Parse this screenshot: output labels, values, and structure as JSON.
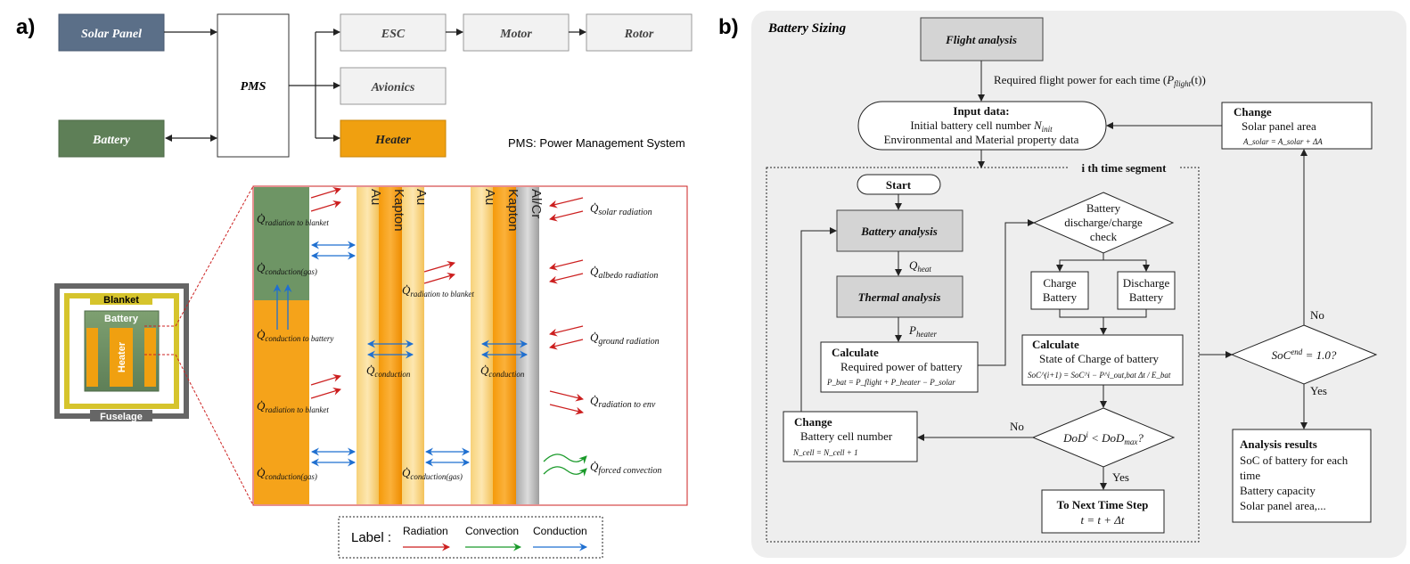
{
  "panel_a": {
    "label": "a)",
    "blocks": {
      "solar_panel": "Solar Panel",
      "battery": "Battery",
      "pms": "PMS",
      "esc": "ESC",
      "motor": "Motor",
      "rotor": "Rotor",
      "avionics": "Avionics",
      "heater": "Heater"
    },
    "pms_note": "PMS: Power Management System",
    "cross_section": {
      "blanket": "Blanket",
      "battery": "Battery",
      "heater": "Heater",
      "fuselage": "Fuselage"
    },
    "layers": {
      "au1": "Au",
      "kapton1": "Kapton",
      "au2": "Au",
      "au3": "Au",
      "kapton2": "Kapton",
      "alcr": "Al/Cr"
    },
    "heat_terms": {
      "rad_blanket_1": {
        "sym": "Q̇",
        "sub": "radiation to blanket"
      },
      "cond_gas_1": {
        "sym": "Q̇",
        "sub": "conduction(gas)"
      },
      "cond_battery": {
        "sym": "Q̇",
        "sub": "conduction to battery"
      },
      "rad_blanket_2": {
        "sym": "Q̇",
        "sub": "radiation to blanket"
      },
      "cond_gas_2": {
        "sym": "Q̇",
        "sub": "conduction(gas)"
      },
      "rad_blanket_mid": {
        "sym": "Q̇",
        "sub": "radiation to blanket"
      },
      "cond_mid1": {
        "sym": "Q̇",
        "sub": "conduction"
      },
      "cond_mid2": {
        "sym": "Q̇",
        "sub": "conduction"
      },
      "cond_gas_mid": {
        "sym": "Q̇",
        "sub": "conduction(gas)"
      },
      "solar": {
        "sym": "Q̇",
        "sub": "solar radiation"
      },
      "albedo": {
        "sym": "Q̇",
        "sub": "albedo radiation"
      },
      "ground": {
        "sym": "Q̇",
        "sub": "ground radiation"
      },
      "env": {
        "sym": "Q̇",
        "sub": "radiation to env"
      },
      "forced": {
        "sym": "Q̇",
        "sub": "forced convection"
      }
    },
    "legend": {
      "title": "Label :",
      "radiation": "Radiation",
      "convection": "Convection",
      "conduction": "Conduction"
    }
  },
  "panel_b": {
    "label": "b)",
    "title": "Battery Sizing",
    "flight_analysis": "Flight analysis",
    "required_flight_power": "Required flight power for each time (",
    "p_flight": "P",
    "p_flight_sub": "flight",
    "p_flight_tail": "(t))",
    "input": {
      "title": "Input data:",
      "line1": "Initial battery cell number ",
      "n_init": "N",
      "n_init_sub": "init",
      "line2": "Environmental and Material property data"
    },
    "segment_label": "i th time segment",
    "start": "Start",
    "battery_analysis": "Battery analysis",
    "q_heat": "Q",
    "q_heat_sub": "heat",
    "thermal_analysis": "Thermal analysis",
    "p_heater": "P",
    "p_heater_sub": "heater",
    "calc1": {
      "title": "Calculate",
      "line1": "Required power of battery",
      "eq": "P_bat = P_flight + P_heater − P_solar"
    },
    "discharge_check": {
      "line1": "Battery",
      "line2": "discharge/charge",
      "line3": "check"
    },
    "charge_battery": {
      "line1": "Charge",
      "line2": "Battery"
    },
    "discharge_battery": {
      "line1": "Discharge",
      "line2": "Battery"
    },
    "calc2": {
      "title": "Calculate",
      "line1": "State of Charge of battery",
      "eq": "SoC^(i+1) = SoC^i − P^i_out,bat Δt / E_bat"
    },
    "dod_check": {
      "base": "DoD",
      "sup": "i",
      "lt": " < ",
      "base2": "DoD",
      "sub2": "max",
      "q": "?"
    },
    "change1": {
      "title": "Change",
      "line1": "Battery cell number",
      "eq": "N_cell = N_cell + 1"
    },
    "next_step": {
      "title": "To Next Time Step",
      "eq": "t = t + Δt"
    },
    "no1": "No",
    "yes1": "Yes",
    "soc_check": {
      "base": "SoC",
      "sup": "end",
      "tail": " = 1.0?"
    },
    "no2": "No",
    "yes2": "Yes",
    "change2": {
      "title": "Change",
      "line1": "Solar panel area",
      "eq": "A_solar = A_solar + ΔA"
    },
    "results": {
      "title": "Analysis results",
      "line1": "SoC of battery for each",
      "line2": "time",
      "line3": "Battery capacity",
      "line4": "Solar panel area,..."
    }
  },
  "colors": {
    "solar": "#5b6f88",
    "battery": "#5e7f57",
    "heater": "#f0a010",
    "grey_box": "#f2f2f2",
    "radiation": "#cc1f1f",
    "conduction": "#1f6fd0",
    "convection": "#1a9a2a",
    "flow_box": "#d4d4d4",
    "panel_b_bg": "#eeeeee"
  }
}
